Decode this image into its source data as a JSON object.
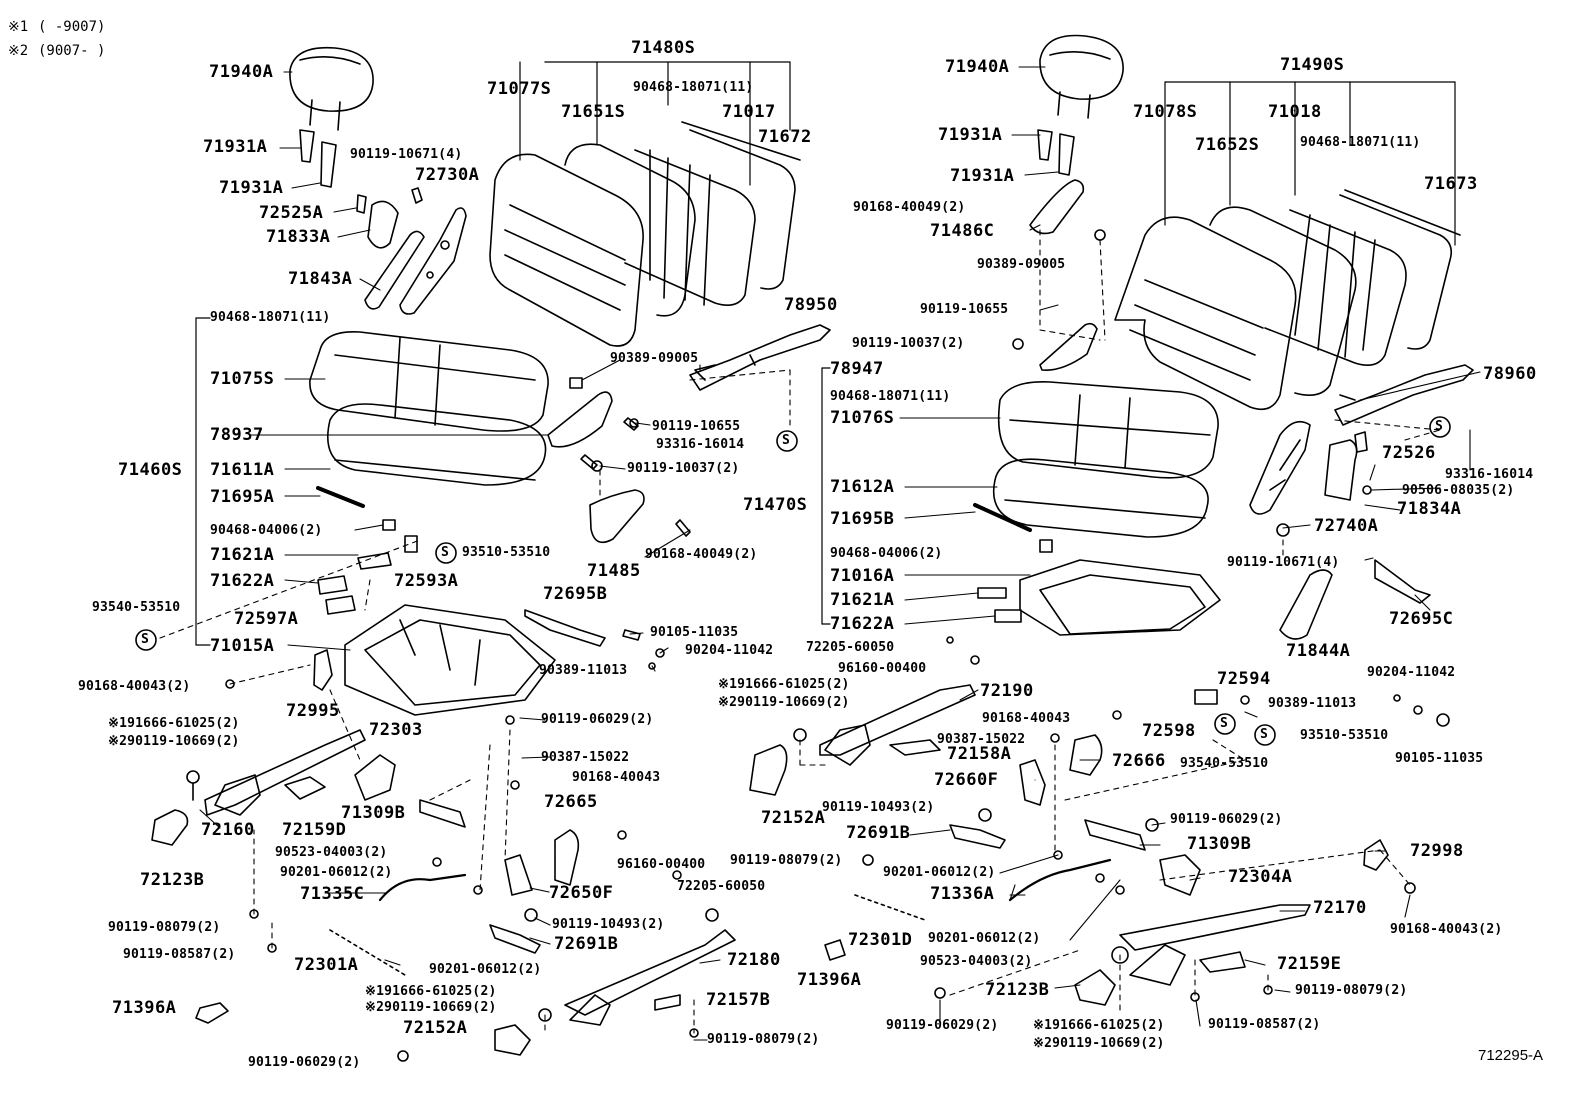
{
  "legend": {
    "note1_mark": "※1",
    "note1_text": "(     -9007)",
    "note2_mark": "※2",
    "note2_text": "(9007-     )"
  },
  "corner_code": "712295-A",
  "left_seat": {
    "headrest": "71940A",
    "support_upper": "71931A",
    "support_lower": "71931A",
    "bolt_a": "90119-10671(4)",
    "hinge_cover": "72730A",
    "clip": "72525A",
    "cover_a": "71833A",
    "hinge": "71843A",
    "clip_line": "90468-18071(11)",
    "cushion_cover": "71075S",
    "plate_78937": "78937",
    "assy": "71460S",
    "pad": "71611A",
    "wire": "71695A",
    "clip_b": "90468-04006(2)",
    "cushion_pad": "71621A",
    "cushion_pad2": "71622A",
    "knob": "72593A",
    "screw_93510": "93510-53510",
    "screw_93540": "93540-53510",
    "cover_72597": "72597A",
    "frame": "71015A",
    "back_assy": "71480S",
    "back_cover": "71077S",
    "back_cover2": "71651S",
    "clip_back": "90468-18071(11)",
    "back_frame": "71017",
    "back_board": "71672",
    "belt": "78950",
    "nut_90389": "90389-09005",
    "bolt_10655": "90119-10655",
    "bolt_16014": "93316-16014",
    "bolt_10037": "90119-10037(2)",
    "cover_71485": "71485",
    "bolt_40049": "90168-40049(2)",
    "cable": "72695B",
    "bolt_11035": "90105-11035",
    "bolt_11042": "90204-11042",
    "nut_11013": "90389-11013",
    "bolt_40043_2": "90168-40043(2)",
    "bracket_72995": "72995",
    "note_bolt1": "※191666-61025(2)",
    "note_bolt2": "※290119-10669(2)",
    "lever_72303": "72303",
    "adjuster": "72160",
    "lever_72159": "72159D",
    "bar": "71309B",
    "cover_72123": "72123B",
    "washer_04003": "90523-04003(2)",
    "washer_06012": "90201-06012(2)",
    "rod": "71335C",
    "bolt_08079": "90119-08079(2)",
    "bolt_08587": "90119-08587(2)",
    "cable_72301": "72301A",
    "note_bolt3": "※191666-61025(2)",
    "note_bolt4": "※290119-10669(2)",
    "bracket_71396": "71396A",
    "bolt_06029_b": "90119-06029(2)",
    "bolt_06029": "90119-06029(2)",
    "clip_15022": "90387-15022",
    "bolt_40043": "90168-40043",
    "cover_72665": "72665",
    "cover_72650": "72650F",
    "nut_00400": "96160-00400",
    "bolt_60050": "72205-60050",
    "bolt_10493": "90119-10493(2)",
    "lever_72691": "72691B",
    "washer_06012_b": "90201-06012(2)",
    "adjuster_72180": "72180",
    "lever_72157": "72157B",
    "cover_72152": "72152A",
    "bolt_08079_b": "90119-08079(2)"
  },
  "right_seat": {
    "headrest": "71940A",
    "support_upper": "71931A",
    "support_lower": "71931A",
    "bolt_40049": "90168-40049(2)",
    "cover_71486": "71486C",
    "nut_09005": "90389-09005",
    "bolt_10655": "90119-10655",
    "bolt_10037": "90119-10037(2)",
    "back_assy": "71490S",
    "back_cover": "71078S",
    "back_frame": "71018",
    "back_cover2": "71652S",
    "clip_back": "90468-18071(11)",
    "back_board": "71673",
    "belt_78960": "78960",
    "belt_78947": "78947",
    "clip_line": "90468-18071(11)",
    "cushion_cover": "71076S",
    "pad": "71612A",
    "assy": "71470S",
    "wire": "71695B",
    "clip_b": "90468-04006(2)",
    "frame": "71016A",
    "cushion_pad": "71621A",
    "cushion_pad2": "71622A",
    "cover_72526": "72526",
    "bolt_16014": "93316-16014",
    "bolt_08035": "90506-08035(2)",
    "hinge_72740": "72740A",
    "hinge_71834": "71834A",
    "bolt_10671": "90119-10671(4)",
    "cable_72695": "72695C",
    "cover_71844": "71844A",
    "bolt_60050": "72205-60050",
    "nut_00400": "96160-00400",
    "note_bolt1": "※191666-61025(2)",
    "note_bolt2": "※290119-10669(2)",
    "adjuster_72190": "72190",
    "bolt_40043": "90168-40043",
    "clip_15022": "90387-15022",
    "lever_72158": "72158A",
    "cover_72660": "72660F",
    "cover_72666": "72666",
    "cover_72152": "72152A",
    "bolt_10493": "90119-10493(2)",
    "lever_72691": "72691B",
    "bolt_08079": "90119-08079(2)",
    "washer_06012": "90201-06012(2)",
    "rod_71336": "71336A",
    "cable_72301": "72301D",
    "washer_06012_b": "90201-06012(2)",
    "bracket_71396": "71396A",
    "washer_04003": "90523-04003(2)",
    "cover_72123": "72123B",
    "bolt_06029_b": "90119-06029(2)",
    "note_bolt3": "※191666-61025(2)",
    "note_bolt4": "※290119-10669(2)",
    "bolt_08587": "90119-08587(2)",
    "bolt_08079_b": "90119-08079(2)",
    "lever_72159": "72159E",
    "adjuster_72170": "72170",
    "bolt_40043_2": "90168-40043(2)",
    "cover_72998": "72998",
    "bracket_72304": "72304A",
    "bar_71309": "71309B",
    "bolt_06029": "90119-06029(2)",
    "part_72594": "72594",
    "part_72598": "72598",
    "screw_93540": "93540-53510",
    "screw_93510": "93510-53510",
    "nut_11013": "90389-11013",
    "bolt_11042": "90204-11042",
    "bolt_11035": "90105-11035"
  }
}
